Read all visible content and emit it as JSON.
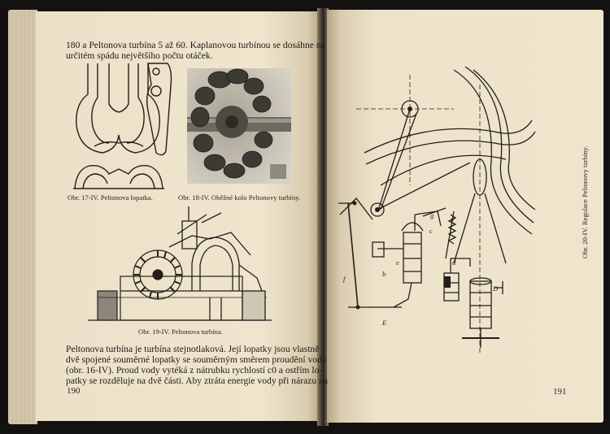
{
  "left_page": {
    "intro_lines": [
      "180 a Peltonova turbína 5 až 60. Kaplanovou turbínou se dosáhne na",
      "určitém spádu největšího počtu otáček."
    ],
    "captions": {
      "fig17": "Obr. 17-IV. Peltonova lopatka.",
      "fig18": "Obr. 18-IV. Oběžné kolo Peltonovy turbíny.",
      "fig19": "Obr. 19-IV. Peltonova turbína."
    },
    "body_lines": [
      "Peltonova turbína je turbína stejnotlaková. Její lopatky jsou vlastně",
      "dvě spojené souměrné lopatky se souměrným směrem proudění vody",
      "(obr. 16-IV). Proud vody vytéká z nátrubku rychlostí c0 a ostřím lo-",
      "patky se rozděluje na dvě části. Aby ztráta energie vody při nárazu na"
    ],
    "page_number": "190"
  },
  "right_page": {
    "caption": "Obr. 20-IV. Regulace Peltonovy turbíny.",
    "labels": {
      "a": "a",
      "b": "b",
      "c": "c",
      "d": "d",
      "e": "e",
      "f": "f",
      "g": "g",
      "D": "D",
      "E": "E"
    },
    "page_number": "191"
  }
}
